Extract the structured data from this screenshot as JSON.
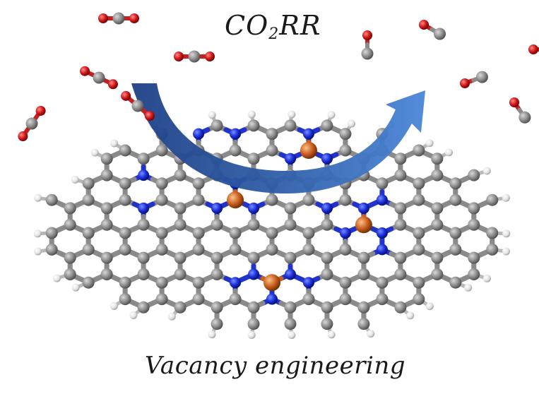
{
  "title": {
    "prefix": "CO",
    "subscript": "2",
    "suffix": "RR"
  },
  "caption": "Vacancy engineering",
  "colors": {
    "carbon": "#8a8a8a",
    "oxygen": "#d01818",
    "nitrogen": "#1a2fd8",
    "hydrogen": "#e8e8e8",
    "metal": "#c8601e",
    "arrow": "#2f5ea8"
  },
  "molecules": {
    "co2": 5,
    "co": 5
  },
  "metal_sites": 4
}
